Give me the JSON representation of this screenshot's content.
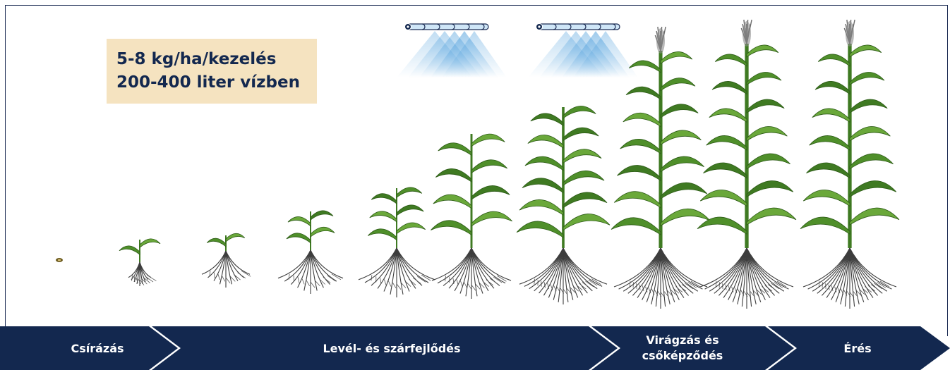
{
  "dose": {
    "line1": "5-8 kg/ha/kezelés",
    "line2": "200-400 liter vízben"
  },
  "stages": [
    {
      "label": "Csírázás"
    },
    {
      "label": "Levél- és szárfejlődés"
    },
    {
      "label": "Virágzás és csőképződés"
    },
    {
      "label": "Érés"
    }
  ],
  "colors": {
    "navy": "#13284f",
    "dose_box": "#f5e3c0",
    "leaf_green": "#4f8f2a",
    "spray_blue": "#2f8ed6"
  },
  "icons": [
    "sprayer-boom-icon",
    "corn-plant-icon",
    "seed-icon"
  ]
}
